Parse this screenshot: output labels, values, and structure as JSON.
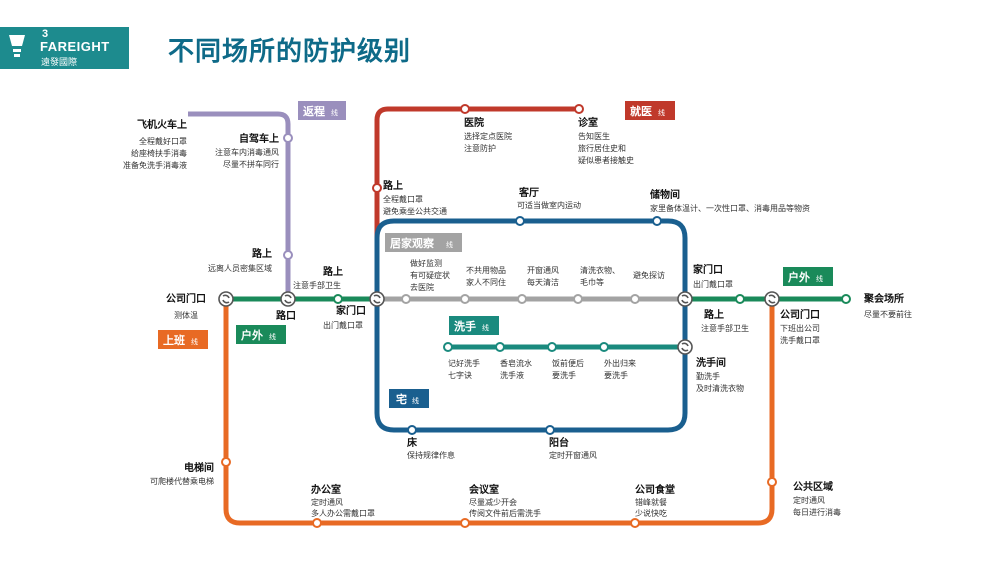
{
  "logo": {
    "number": "3",
    "brand": "FAREIGHT",
    "subtitle": "遠發國際"
  },
  "title": "不同场所的防护级别",
  "tags": {
    "return": {
      "main": "返程",
      "suffix": "线",
      "color": "#9a8fbd"
    },
    "medical": {
      "main": "就医",
      "suffix": "线",
      "color": "#c0392b"
    },
    "home": {
      "main": "居家观察",
      "suffix": "线",
      "color": "#a3a3a3"
    },
    "wash": {
      "main": "洗手",
      "suffix": "线",
      "color": "#1a8a7e"
    },
    "stay": {
      "main": "宅",
      "suffix": "线",
      "color": "#1a5f8f"
    },
    "out_right": {
      "main": "户外",
      "suffix": "线",
      "color": "#1a8a5a"
    },
    "out_left": {
      "main": "户外",
      "suffix": "线",
      "color": "#1a8a5a"
    },
    "work": {
      "main": "上班",
      "suffix": "线",
      "color": "#e86a24"
    }
  },
  "stations": {
    "plane": {
      "name": "飞机火车上",
      "notes": [
        "全程戴好口罩",
        "给座椅扶手消毒",
        "准备免洗手消毒液"
      ]
    },
    "selfdrive": {
      "name": "自驾车上",
      "notes": [
        "注意车内消毒通风",
        "尽量不拼车同行"
      ]
    },
    "road_return": {
      "name": "路上",
      "notes": [
        "远离人员密集区域"
      ]
    },
    "company_door_left": {
      "name": "公司门口",
      "notes": [
        "测体温"
      ]
    },
    "junction_left": {
      "name": "路口",
      "notes": []
    },
    "road_mid": {
      "name": "路上",
      "notes": [
        "注意手部卫生"
      ]
    },
    "home_door_left": {
      "name": "家门口",
      "notes": [
        "出门戴口罩"
      ]
    },
    "hospital": {
      "name": "医院",
      "notes": [
        "选择定点医院",
        "注意防护"
      ]
    },
    "clinic": {
      "name": "诊室",
      "notes": [
        "告知医生",
        "旅行居住史和",
        "疑似患者接触史"
      ]
    },
    "road_medical": {
      "name": "路上",
      "notes": [
        "全程戴口罩",
        "避免乘坐公共交通"
      ]
    },
    "living_room": {
      "name": "客厅",
      "notes": [
        "可适当做室内运动"
      ]
    },
    "storage": {
      "name": "储物间",
      "notes": [
        "家里备体温计、一次性口罩、消毒用品等物资"
      ]
    },
    "monitor": {
      "notes": [
        "做好监测",
        "有可疑症状",
        "去医院"
      ]
    },
    "no_share": {
      "notes": [
        "不共用物品",
        "家人不同住"
      ]
    },
    "ventilate": {
      "notes": [
        "开窗通风",
        "每天清洁"
      ]
    },
    "wash_clothes": {
      "notes": [
        "清洗衣物、",
        "毛巾等"
      ]
    },
    "no_visit": {
      "notes": [
        "避免探访"
      ]
    },
    "home_door_right": {
      "name": "家门口",
      "notes": [
        "出门戴口罩"
      ]
    },
    "road_right": {
      "name": "路上",
      "notes": [
        "注意手部卫生"
      ]
    },
    "company_door_right": {
      "name": "公司门口",
      "notes": [
        "下班出公司",
        "洗手戴口罩"
      ]
    },
    "gathering": {
      "name": "聚会场所",
      "notes": [
        "尽量不要前往"
      ]
    },
    "wash1": {
      "notes": [
        "记好洗手",
        "七字诀"
      ]
    },
    "wash2": {
      "notes": [
        "香皂流水",
        "洗手液"
      ]
    },
    "wash3": {
      "notes": [
        "饭前便后",
        "要洗手"
      ]
    },
    "wash4": {
      "notes": [
        "外出归来",
        "要洗手"
      ]
    },
    "washroom": {
      "name": "洗手间",
      "notes": [
        "勤洗手",
        "及时清洗衣物"
      ]
    },
    "bed": {
      "name": "床",
      "notes": [
        "保持规律作息"
      ]
    },
    "balcony": {
      "name": "阳台",
      "notes": [
        "定时开窗通风"
      ]
    },
    "elevator": {
      "name": "电梯间",
      "notes": [
        "可爬楼代替乘电梯"
      ]
    },
    "office": {
      "name": "办公室",
      "notes": [
        "定时通风",
        "多人办公需戴口罩"
      ]
    },
    "meeting": {
      "name": "会议室",
      "notes": [
        "尽量减少开会",
        "传阅文件前后需洗手"
      ]
    },
    "canteen": {
      "name": "公司食堂",
      "notes": [
        "错峰就餐",
        "少说快吃"
      ]
    },
    "public_area": {
      "name": "公共区域",
      "notes": [
        "定时通风",
        "每日进行消毒"
      ]
    }
  },
  "colors": {
    "return": "#9a8fbd",
    "medical": "#c0392b",
    "home": "#a3a3a3",
    "wash": "#1a8a7e",
    "stay": "#1a5f8f",
    "outdoor": "#1a8a5a",
    "work": "#e86a24",
    "title": "#0e6a88",
    "logo_bg": "#1d8b8e"
  }
}
